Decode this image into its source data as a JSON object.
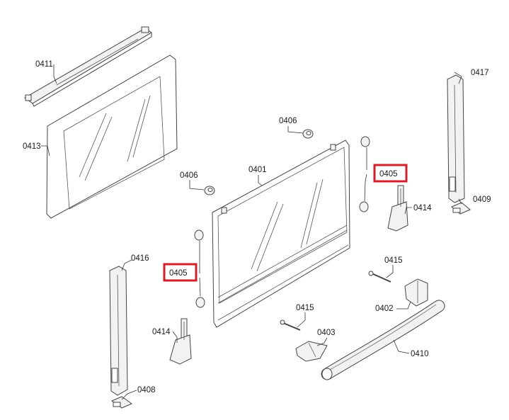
{
  "diagram": {
    "labels": {
      "p0411": "0411",
      "p0413": "0413",
      "p0417": "0417",
      "p0406a": "0406",
      "p0406b": "0406",
      "p0401": "0401",
      "p0405a": "0405",
      "p0405b": "0405",
      "p0414a": "0414",
      "p0414b": "0414",
      "p0409": "0409",
      "p0416": "0416",
      "p0415a": "0415",
      "p0415b": "0415",
      "p0402": "0402",
      "p0403": "0403",
      "p0410": "0410",
      "p0408": "0408"
    },
    "highlight_color": "#d0202a"
  }
}
